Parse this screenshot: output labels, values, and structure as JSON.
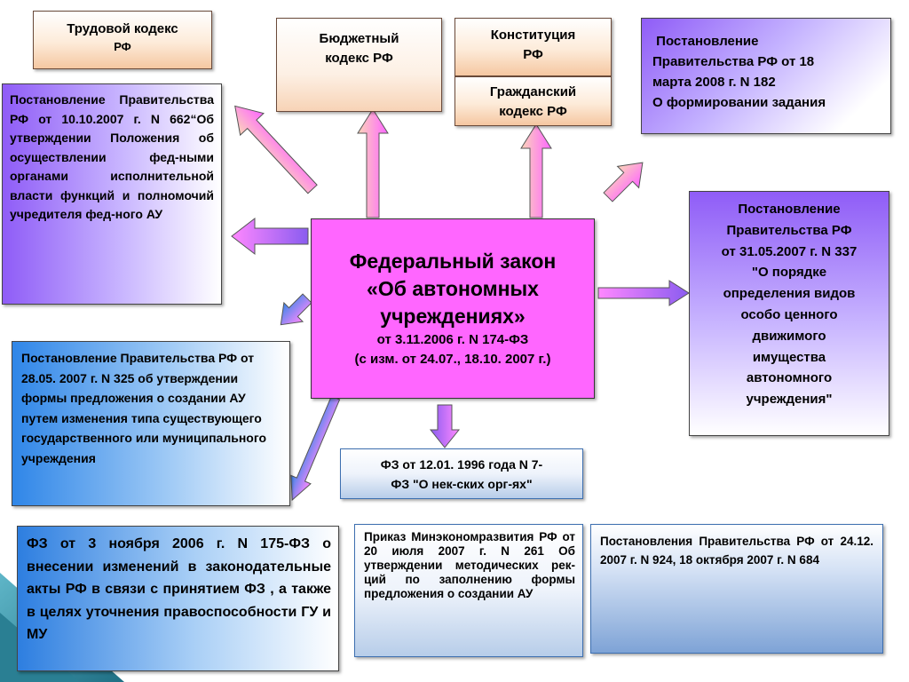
{
  "center_box": {
    "title_lines": [
      "Федеральный закон",
      "«Об автономных",
      "учреждениях»"
    ],
    "sub_lines": [
      "от 3.11.2006 г. N 174-ФЗ",
      "(с изм. от 24.07., 18.10. 2007 г.)"
    ]
  },
  "labor_code": {
    "lines": [
      "Трудовой кодекс",
      "РФ"
    ]
  },
  "budget_code": {
    "lines": [
      "Бюджетный",
      "кодекс РФ"
    ]
  },
  "constitution": {
    "lines": [
      "Конституция",
      "РФ"
    ]
  },
  "civil_code": {
    "lines": [
      "Гражданский",
      "кодекс РФ"
    ]
  },
  "decree_182": {
    "lines": [
      " Постановление",
      "Правительства РФ от 18",
      "марта 2008 г. N 182",
      "О формировании задания"
    ]
  },
  "decree_662": {
    "text": "Постановление Правительства РФ от 10.10.2007 г. N 662“Об утверждении Положения об осуществлении фед-ными органами исполнительной власти функций и полномочий учредителя фед-ного АУ"
  },
  "decree_337": {
    "lines": [
      "Постановление",
      "Правительства РФ",
      "от 31.05.2007 г. N 337",
      "\"О порядке",
      "определения видов",
      "особо ценного",
      "движимого",
      "имущества",
      "автономного",
      "учреждения\""
    ]
  },
  "decree_325": {
    "text": "Постановление Правительства РФ от 28.05. 2007 г. N 325 об утверждении формы предложения о создании АУ путем изменения типа существующего государственного или муниципального учреждения"
  },
  "fz_7": {
    "lines": [
      "ФЗ от 12.01. 1996 года N 7-",
      "ФЗ \"О нек-ских орг-ях\""
    ]
  },
  "fz_175": {
    "text": "ФЗ от 3 ноября 2006 г. N 175-ФЗ о внесении изменений в законодательные акты РФ в связи с принятием ФЗ , а также в целях уточнения правоспособности ГУ и МУ"
  },
  "order_261": {
    "text": "Приказ Минэкономразвития РФ от 20 июля 2007 г. N 261 Об утверждении методических рек-ций по заполнению формы предложения о создании АУ"
  },
  "decrees_924_684": {
    "text": "Постановления Правительства РФ от 24.12. 2007 г. N 924, 18 октября 2007 г. N 684"
  },
  "colors": {
    "center": "#ff66ff",
    "arrow_pink": "#ff77ff",
    "arrow_violet": "#8a5cf0",
    "arrow_blue": "#3a86e8",
    "arrow_peach": "#f5c3a0"
  }
}
